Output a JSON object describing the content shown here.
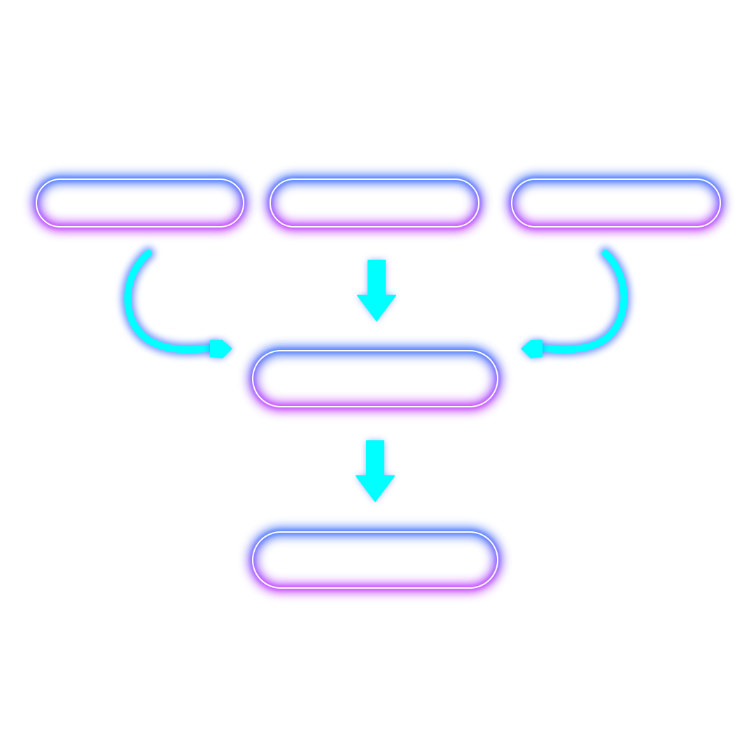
{
  "diagram": {
    "type": "flowchart",
    "style": "neon",
    "colors": {
      "box_top": "#4f7dff",
      "box_bottom": "#c84dff",
      "box_inner_line": "#ffffff",
      "arrow": "#00ffff",
      "arrow_glow": "#3a6bff",
      "background": "#ffffff"
    },
    "nodes": [
      {
        "id": "top-left",
        "label": ""
      },
      {
        "id": "top-center",
        "label": ""
      },
      {
        "id": "top-right",
        "label": ""
      },
      {
        "id": "middle",
        "label": ""
      },
      {
        "id": "bottom",
        "label": ""
      }
    ],
    "edges": [
      {
        "from": "top-left",
        "to": "middle",
        "style": "curved"
      },
      {
        "from": "top-center",
        "to": "middle",
        "style": "straight"
      },
      {
        "from": "top-right",
        "to": "middle",
        "style": "curved"
      },
      {
        "from": "middle",
        "to": "bottom",
        "style": "straight"
      }
    ]
  }
}
